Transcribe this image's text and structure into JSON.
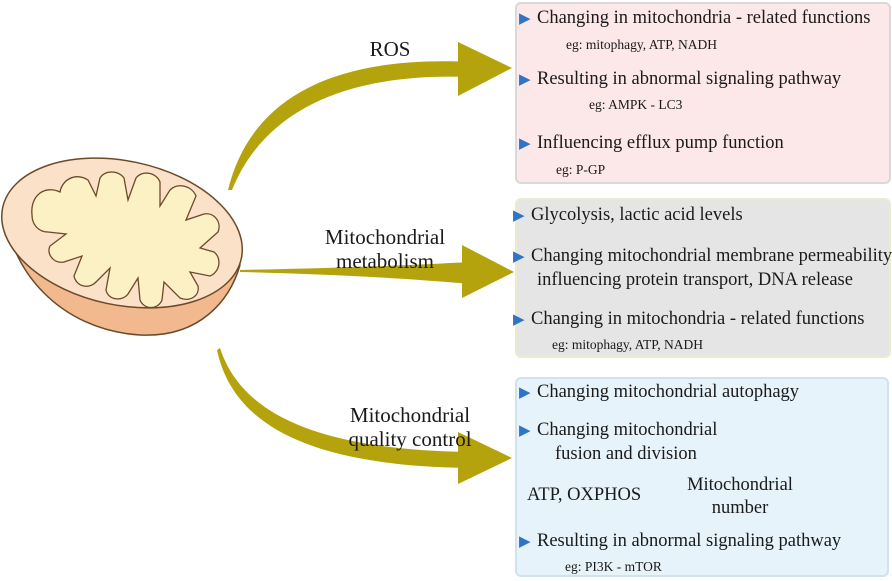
{
  "labels": {
    "ros": "ROS",
    "metabolism_1": "Mitochondrial",
    "metabolism_2": "metabolism",
    "quality_1": "Mitochondrial",
    "quality_2": "quality control"
  },
  "panel_ros": {
    "item1": "Changing in mitochondria - related functions",
    "item1_eg": "eg: mitophagy, ATP, NADH",
    "item2": "Resulting in abnormal signaling pathway",
    "item2_eg": "eg: AMPK - LC3",
    "item3": "Influencing efflux pump function",
    "item3_eg": "eg: P-GP"
  },
  "panel_metabolism": {
    "item1": "Glycolysis, lactic acid levels",
    "item2_line1": "Changing mitochondrial membrane permeability",
    "item2_line2": "influencing protein transport, DNA release",
    "item3": "Changing in mitochondria - related functions",
    "item3_eg": "eg: mitophagy, ATP, NADH"
  },
  "panel_quality": {
    "item1": "Changing mitochondrial autophagy",
    "item2_line1": "Changing mitochondrial",
    "item2_line2": "fusion and division",
    "number_line1": "Mitochondrial",
    "number_line2": "number",
    "atp": "ATP, OXPHOS",
    "item3": "Resulting in abnormal signaling pathway",
    "item3_eg": "eg: PI3K - mTOR"
  },
  "colors": {
    "arrow": "#b5a30e",
    "bullet": "#2e75c8",
    "connector": "#2b3a6e",
    "mito_outer": "#f2b98e",
    "mito_inner": "#fbe1c8",
    "mito_matrix": "#fbf1c5",
    "panel_ros_bg": "#fce7e9",
    "panel_metabolism_bg": "#e5e5e5",
    "panel_quality_bg": "#e7f3fb"
  }
}
